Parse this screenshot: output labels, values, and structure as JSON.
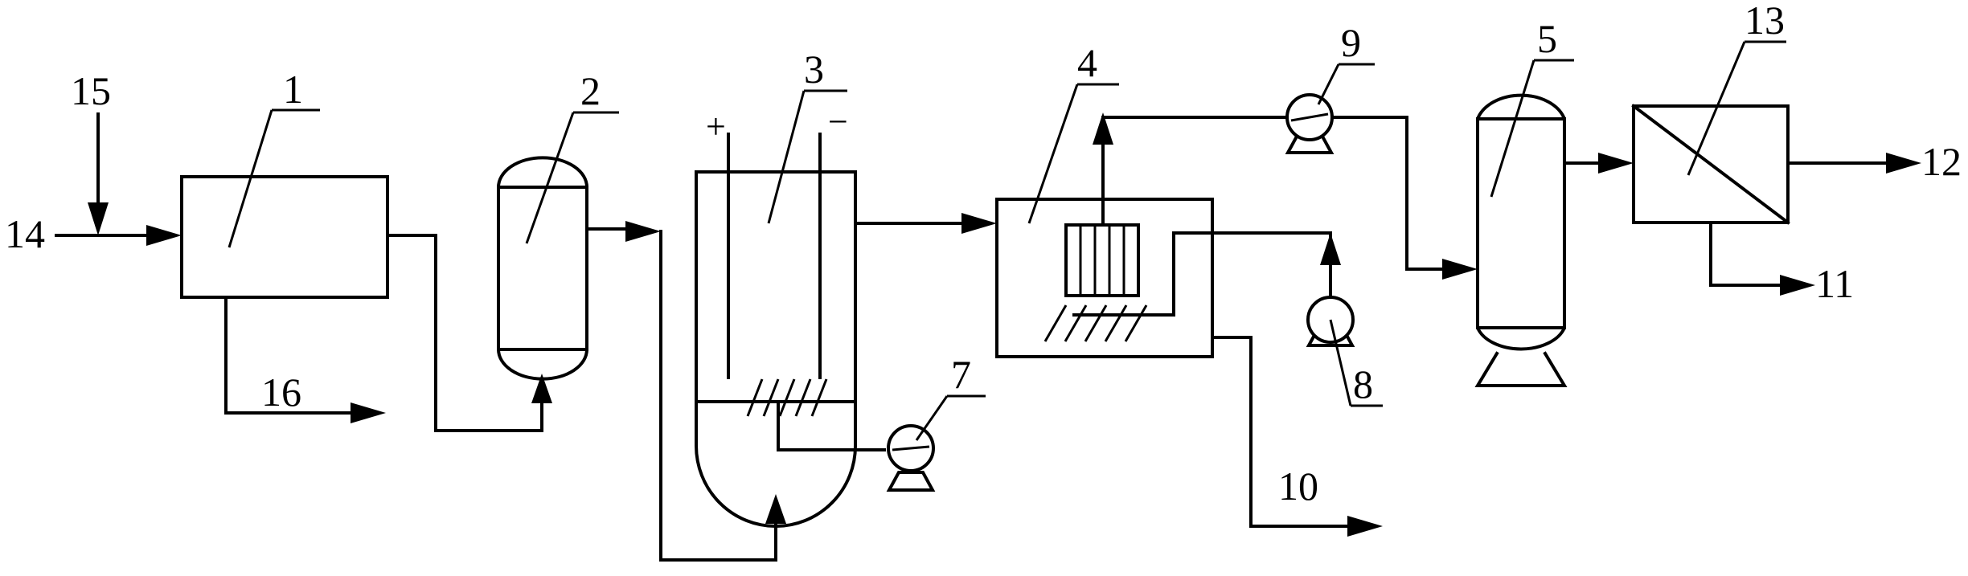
{
  "labels": {
    "l1": "1",
    "l2": "2",
    "l3": "3",
    "l4": "4",
    "l5": "5",
    "l7": "7",
    "l8": "8",
    "l9": "9",
    "l10": "10",
    "l11": "11",
    "l12": "12",
    "l13": "13",
    "l14": "14",
    "l15": "15",
    "l16": "16"
  },
  "signs": {
    "plus": "+",
    "minus": "−"
  }
}
